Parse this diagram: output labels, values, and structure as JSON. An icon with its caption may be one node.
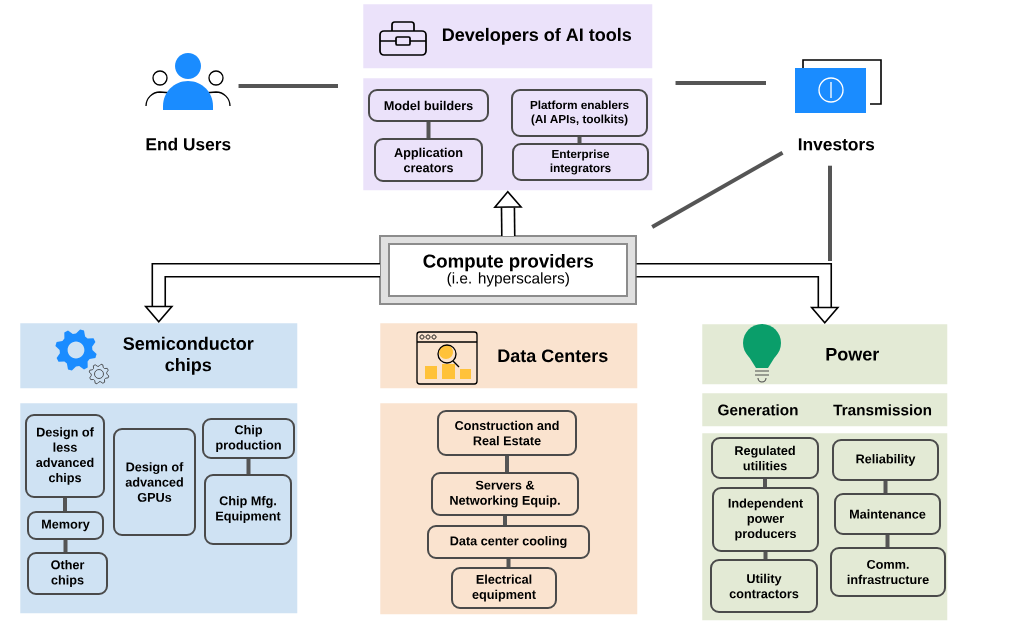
{
  "diagram": {
    "nodes": [
      {
        "text": [
          "End Users"
        ]
      },
      {
        "text": [
          "Developers of AI tools"
        ]
      },
      {
        "text": [],
        "shape": "box"
      },
      {
        "text": [
          "Model builders"
        ],
        "in": 2
      },
      {
        "text": [
          "Application creators"
        ],
        "in": 2
      },
      {
        "text": [
          "Platform enablers (AI APIs, toolkits)"
        ],
        "in": 2
      },
      {
        "text": [
          "Enterprise integrators"
        ],
        "in": 2
      },
      {
        "text": [
          "Investors"
        ]
      },
      {
        "text": [
          "Compute providers",
          "(i.e. hyperscalers)"
        ]
      },
      {
        "text": [
          "Semiconductor chips"
        ]
      },
      {
        "text": [],
        "shape": "box"
      },
      {
        "text": [
          "Design of less advanced chips"
        ],
        "in": 10
      },
      {
        "text": [
          "Memory"
        ],
        "in": 10
      },
      {
        "text": [
          "Other chips"
        ],
        "in": 10
      },
      {
        "text": [
          "Design of advanced GPUs"
        ],
        "in": 10
      },
      {
        "text": [
          "Chip production"
        ],
        "in": 10
      },
      {
        "text": [
          "Chip Mfg. Equipment"
        ],
        "in": 10
      },
      {
        "text": [
          "Data Centers"
        ]
      },
      {
        "text": [],
        "shape": "box"
      },
      {
        "text": [
          "Construction and Real Estate"
        ],
        "in": 18
      },
      {
        "text": [
          "Servers & Networking Equip."
        ],
        "in": 18
      },
      {
        "text": [
          "Data center cooling"
        ],
        "in": 18
      },
      {
        "text": [
          "Electrical equipment"
        ],
        "in": 18
      },
      {
        "text": [
          "Power"
        ]
      },
      {
        "text": [
          "Generation",
          "Transmission"
        ]
      },
      {
        "text": [],
        "shape": "box"
      },
      {
        "text": [
          "Regulated utilities"
        ],
        "in": 25
      },
      {
        "text": [
          "Independent power producers"
        ],
        "in": 25
      },
      {
        "text": [
          "Utility contractors"
        ],
        "in": 25
      },
      {
        "text": [
          "Reliability"
        ],
        "in": 25
      },
      {
        "text": [
          "Maintenance"
        ],
        "in": 25
      },
      {
        "text": [
          "Comm. infrastructure"
        ],
        "in": 25
      }
    ],
    "edges": [
      {
        "from": 0,
        "to": 2,
        "arrow": "none"
      },
      {
        "from": 2,
        "to": 7,
        "arrow": "none"
      },
      {
        "from": 7,
        "to": 8,
        "arrow": "none"
      },
      {
        "from": 7,
        "to": null,
        "arrow": "none"
      },
      {
        "from": 8,
        "to": 2,
        "arrow": "to",
        "style": "thick"
      },
      {
        "from": 8,
        "to": 9,
        "arrow": "to",
        "style": "thick"
      },
      {
        "from": 8,
        "to": 23,
        "arrow": "to",
        "style": "thick"
      },
      {
        "from": 3,
        "to": 4,
        "arrow": "none"
      },
      {
        "from": 5,
        "to": 6,
        "arrow": "none"
      },
      {
        "from": 11,
        "to": 12,
        "arrow": "none"
      },
      {
        "from": 12,
        "to": 13,
        "arrow": "none"
      },
      {
        "from": 15,
        "to": 16,
        "arrow": "none"
      },
      {
        "from": 19,
        "to": 20,
        "arrow": "none"
      },
      {
        "from": 20,
        "to": 21,
        "arrow": "none"
      },
      {
        "from": 21,
        "to": 22,
        "arrow": "none"
      },
      {
        "from": 26,
        "to": 27,
        "arrow": "none"
      },
      {
        "from": 27,
        "to": 28,
        "arrow": "none"
      },
      {
        "from": 29,
        "to": 30,
        "arrow": "none"
      },
      {
        "from": 30,
        "to": 31,
        "arrow": "none"
      }
    ]
  }
}
